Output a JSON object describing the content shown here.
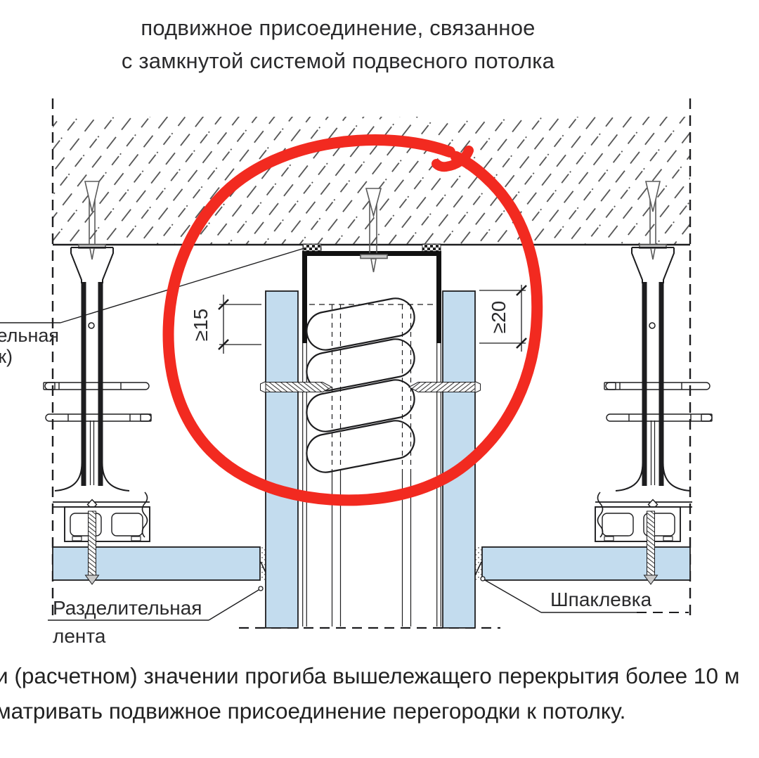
{
  "title": {
    "line1": "подвижное присоединение, связанное",
    "line2": "с замкнутой системой подвесного потолка"
  },
  "footer": {
    "line1": "и (расчетном) значении прогиба вышележащего перекрытия более 10 м",
    "line2": "матривать подвижное присоединение перегородки к потолку."
  },
  "diagram": {
    "left_label": {
      "line1": "ельная",
      "line2": "к)"
    },
    "separation_tape_label": {
      "line1": "Разделительная",
      "line2": "лента"
    },
    "putty_label": "Шпаклевка",
    "dimensions": {
      "left": "≥15",
      "right": "≥20"
    }
  },
  "colors": {
    "board_blue": "#c3dcee",
    "annotation_red": "#f22a20",
    "hatch_gray": "#4d4d4d",
    "line_dark": "#1d1d1f",
    "text_dark": "#2a2a2c"
  }
}
